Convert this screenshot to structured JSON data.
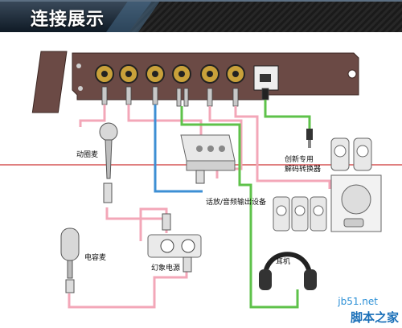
{
  "header": {
    "title": "连接展示"
  },
  "labels": {
    "dynamic_mic": "动圈麦",
    "condenser_mic": "电容麦",
    "phantom_power": "幻象电源",
    "speaker_output_device": "话放/音频输出设备",
    "decoder": "创新专用\n解码转换器",
    "headphones": "耳机"
  },
  "watermark": {
    "site": "jb51.net",
    "name": "脚本之家"
  },
  "colors": {
    "header_bg": "#1d2a38",
    "bracket": "#6b4a45",
    "pink_cable": "#f3a7b8",
    "blue_cable": "#3d8fd4",
    "green_cable": "#5ec24a",
    "red_line": "#c00000"
  }
}
